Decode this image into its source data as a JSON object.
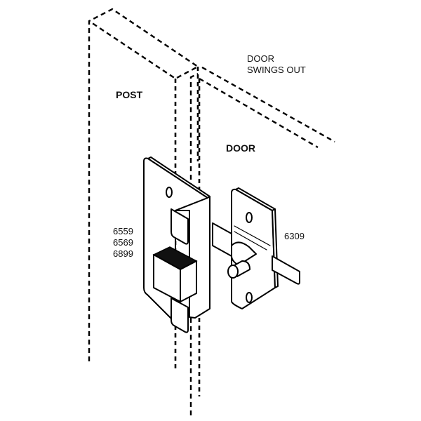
{
  "diagram": {
    "title": "Slide latch and keeper installation",
    "labels": {
      "post": "POST",
      "door": "DOOR",
      "swing_line1": "DOOR",
      "swing_line2": "SWINGS OUT",
      "keeper_part_1": "6559",
      "keeper_part_2": "6569",
      "keeper_part_3": "6899",
      "latch_part": "6309"
    },
    "colors": {
      "line": "#000000",
      "background": "#ffffff"
    }
  }
}
